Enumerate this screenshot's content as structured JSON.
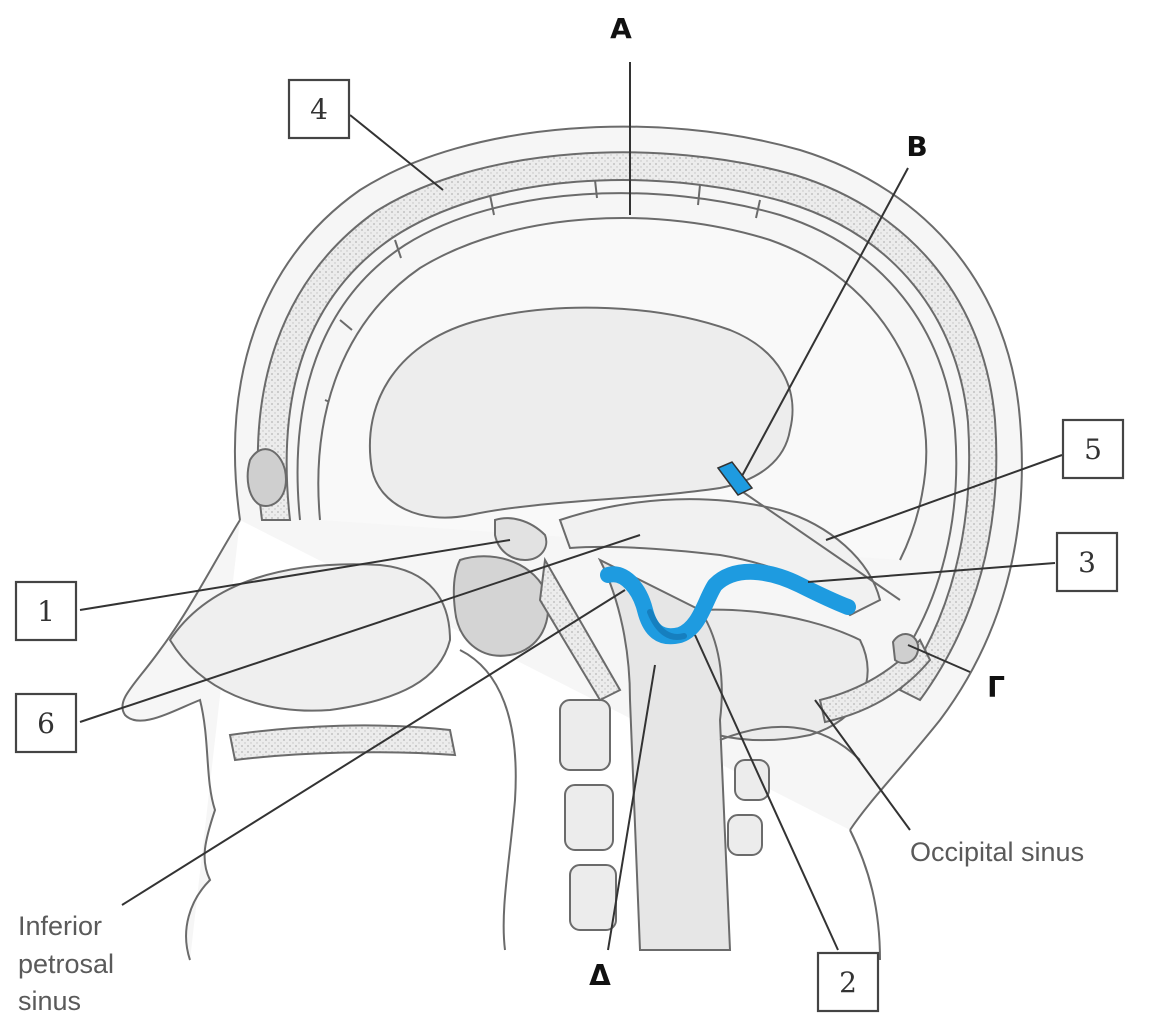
{
  "labels": {
    "letters": {
      "a": "A",
      "b": "B",
      "g": "Γ",
      "d": "Δ"
    },
    "numbers": {
      "n1": "1",
      "n2": "2",
      "n3": "3",
      "n4": "4",
      "n5": "5",
      "n6": "6"
    },
    "text": {
      "occipital_sinus": "Occipital sinus",
      "inferior_petrosal_line1": "Inferior",
      "inferior_petrosal_line2": "petrosal",
      "inferior_petrosal_line3": "sinus"
    }
  },
  "colors": {
    "highlight": "#1e9be0",
    "line": "#555555",
    "bone": "#e9e9e9",
    "tissue": "#f3f3f3"
  }
}
